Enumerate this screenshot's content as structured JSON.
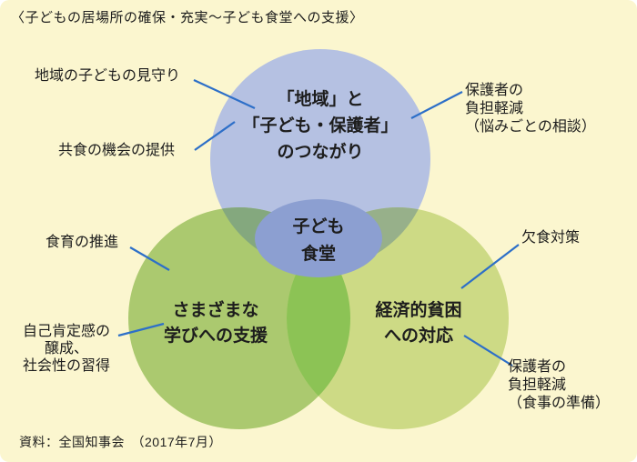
{
  "title": "〈子どもの居場所の確保・充実〜子ども食堂への支援〉",
  "source": "資料：全国知事会　（2017年7月）",
  "colors": {
    "background": "#fbf6cf",
    "connector": "#2d6fc8",
    "text": "#1d1d1d"
  },
  "venn": {
    "top_circle": {
      "label": "「地域」と\n「子ども・保護者」\nのつながり",
      "color": "#b5c1e2"
    },
    "left_circle": {
      "label": "さまざまな\n学びへの支援",
      "color": "#abc96f"
    },
    "right_circle": {
      "label": "経済的貧困\nへの対応",
      "color": "#cdda85"
    },
    "center": {
      "label": "子ども\n食堂",
      "color": "#8c9fd1"
    },
    "overlaps": {
      "top_left": "#84a87e",
      "top_right": "#97b08a",
      "bottom": "#8cc355"
    }
  },
  "annotations": {
    "mimamori": "地域の子どもの見守り",
    "kyoshoku": "共食の機会の提供",
    "nayami": "保護者の\n負担軽減\n（悩みごとの相談）",
    "shokuiku": "食育の推進",
    "jiko": "自己肯定感の\n醸成、\n社会性の習得",
    "kesshoku": "欠食対策",
    "shokuji": "保護者の\n負担軽減\n（食事の準備）"
  }
}
